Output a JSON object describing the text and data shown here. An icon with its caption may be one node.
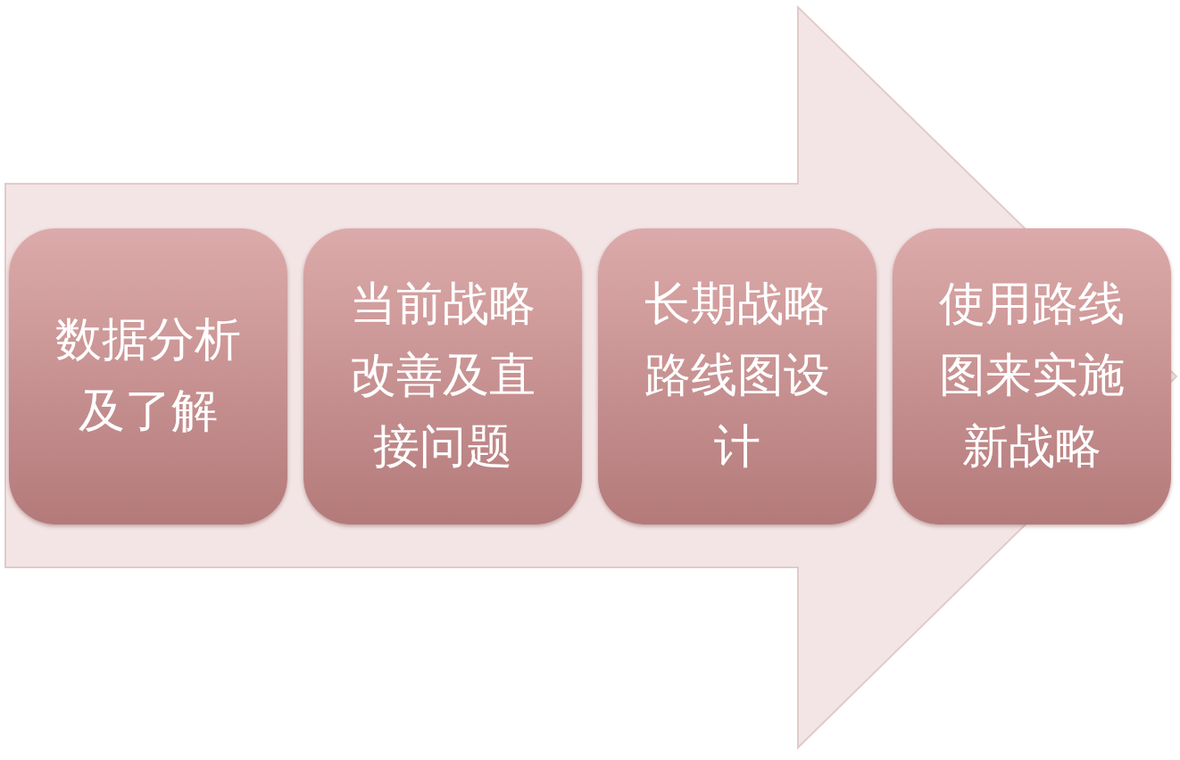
{
  "diagram": {
    "nodes": [
      {
        "text": [
          "数据分析及了解"
        ]
      },
      {
        "text": [
          "当前战略改善及直接问题"
        ]
      },
      {
        "text": [
          "长期战略路线图设计"
        ]
      },
      {
        "text": [
          "使用路线图来实施新战略"
        ]
      }
    ],
    "edges": [
      {
        "from": 0,
        "to": 3,
        "arrow": "to",
        "style": "thick"
      }
    ]
  }
}
